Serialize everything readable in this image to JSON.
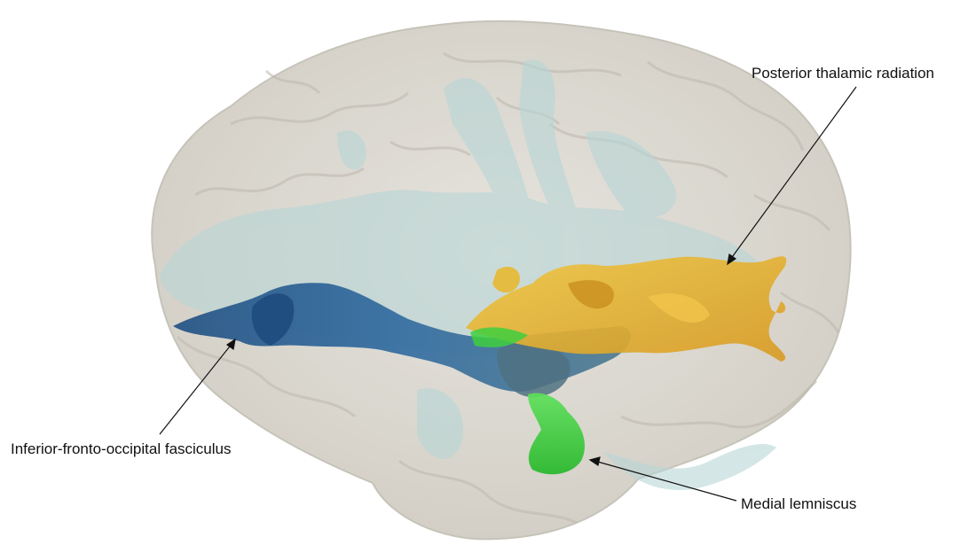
{
  "labels": {
    "posterior_thalamic_radiation": "Posterior thalamic radiation",
    "inferior_fronto_occipital_fasciculus": "Inferior-fronto-occipital fasciculus",
    "medial_lemniscus": "Medial lemniscus"
  },
  "colors": {
    "background": "#ffffff",
    "brain_surface": "#d9d5cc",
    "white_matter": "#b9d6d6",
    "ifof_tract": "#2a5d8f",
    "thalamic_radiation": "#e0a82a",
    "medial_lemniscus": "#3ecf3e",
    "leader_line": "#111111"
  }
}
